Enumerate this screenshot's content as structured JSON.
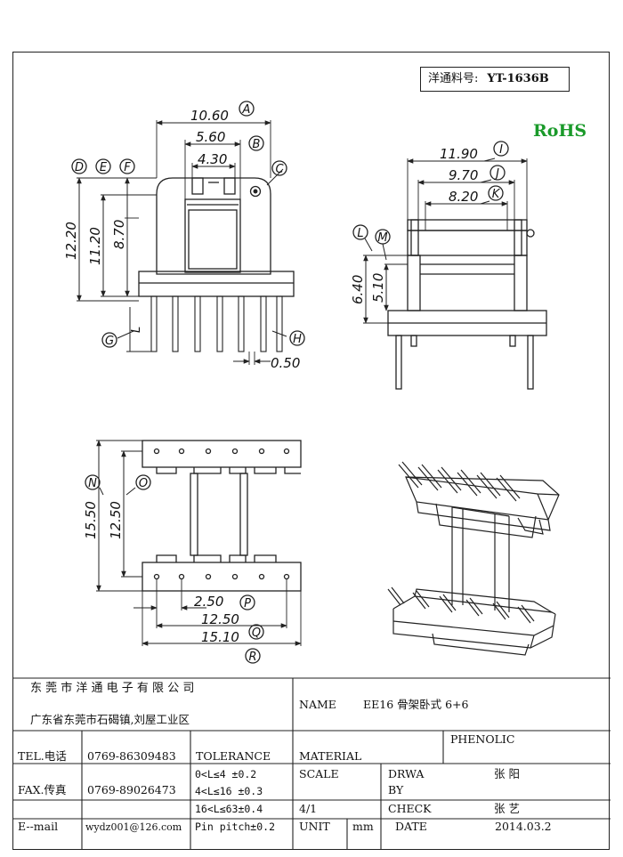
{
  "part_number": {
    "label": "洋通料号:",
    "value": "YT-1636B"
  },
  "rohs": "RoHS",
  "front_view": {
    "dims": {
      "width_a": "10.60",
      "width_b": "5.60",
      "width_c": "4.30",
      "height_d": "12.20",
      "height_e": "11.20",
      "height_f": "8.70",
      "pitch_h": "0.50"
    },
    "label_l": "L",
    "balloons": {
      "a": "A",
      "b": "B",
      "c": "C",
      "d": "D",
      "e": "E",
      "f": "F",
      "g": "G",
      "h": "H"
    }
  },
  "side_view": {
    "dims": {
      "width_i": "11.90",
      "width_j": "9.70",
      "width_k": "8.20",
      "height_l": "6.40",
      "height_m": "5.10"
    },
    "balloons": {
      "i": "I",
      "j": "J",
      "k": "K",
      "l": "L",
      "m": "M"
    }
  },
  "top_view": {
    "dims": {
      "height_n": "15.50",
      "height_o": "12.50",
      "pitch_p": "2.50",
      "width_q": "12.50",
      "width_r": "15.10"
    },
    "balloons": {
      "n": "N",
      "o": "O",
      "p": "P",
      "q": "Q",
      "r": "R"
    }
  },
  "title_block": {
    "company": "东 莞 市 洋 通 电 子 有 限 公 司",
    "address": "广东省东莞市石碣镇,刘屋工业区",
    "name_label": "NAME",
    "name_value": "EE16 骨架卧式 6+6",
    "tel_label": "TEL.电话",
    "tel_value": "0769-86309483",
    "fax_label": "FAX.传真",
    "fax_value": "0769-89026473",
    "email_label": "E--mail",
    "email_value": "wydz001@126.com",
    "tolerance_label": "TOLERANCE",
    "tolerance_rows": [
      "0<L≤4  ±0.2",
      "4<L≤16 ±0.3",
      "16<L≤63±0.4",
      "Pin pitch±0.2"
    ],
    "material_label": "MATERIAL",
    "material_value": "PHENOLIC",
    "scale_label": "SCALE",
    "scale_value": "4/1",
    "drawn_label_1": "DRWA",
    "drawn_label_2": "BY",
    "drawn_value": "张 阳",
    "check_label": "CHECK",
    "check_value": "张 艺",
    "unit_label": "UNIT",
    "unit_value": "mm",
    "date_label": "DATE",
    "date_value": "2014.03.2"
  }
}
